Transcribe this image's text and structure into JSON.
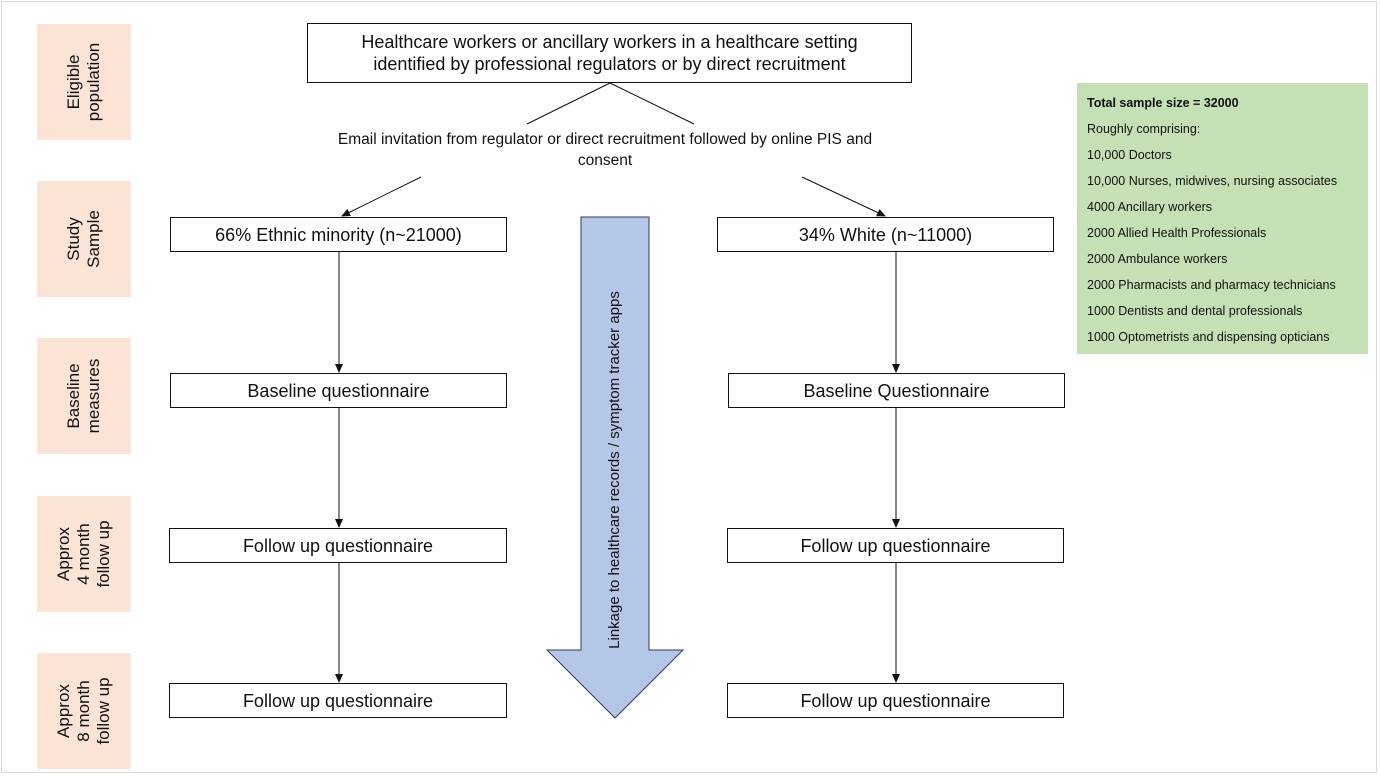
{
  "stages": [
    {
      "line1": "Eligible",
      "line2": "population"
    },
    {
      "line1": "Study",
      "line2": "Sample"
    },
    {
      "line1": "Baseline",
      "line2": "measures"
    },
    {
      "line1": "Approx",
      "line2": "4 month",
      "line3": "follow up"
    },
    {
      "line1": "Approx",
      "line2": "8 month",
      "line3": "follow up"
    }
  ],
  "top_box": {
    "line1": "Healthcare workers or ancillary workers in a healthcare setting",
    "line2": "identified by professional regulators or by direct recruitment"
  },
  "email_text": "Email invitation from regulator or direct recruitment followed by online PIS and consent",
  "left_column": {
    "sample": "66% Ethnic minority (n~21000)",
    "baseline": "Baseline questionnaire",
    "followup_4": "Follow up questionnaire",
    "followup_8": "Follow up questionnaire"
  },
  "right_column": {
    "sample": "34% White (n~11000)",
    "baseline": "Baseline Questionnaire",
    "followup_4": "Follow up questionnaire",
    "followup_8": "Follow up questionnaire"
  },
  "linkage_arrow_text": "Linkage to healthcare records / symptom tracker apps",
  "sample_panel": {
    "total": "Total sample size = 32000",
    "intro": "Roughly comprising:",
    "items": [
      "10,000 Doctors",
      "10,000 Nurses, midwives, nursing associates",
      "4000 Ancillary workers",
      "2000 Allied Health Professionals",
      "2000 Ambulance workers",
      "2000 Pharmacists and pharmacy technicians",
      "1000 Dentists and dental professionals",
      "1000 Optometrists and dispensing opticians"
    ]
  },
  "colors": {
    "stage_fill": "#fbe3d6",
    "panel_fill": "#c5e0b4",
    "arrow_fill": "#b4c7e7",
    "arrow_stroke": "#2f3d55"
  }
}
